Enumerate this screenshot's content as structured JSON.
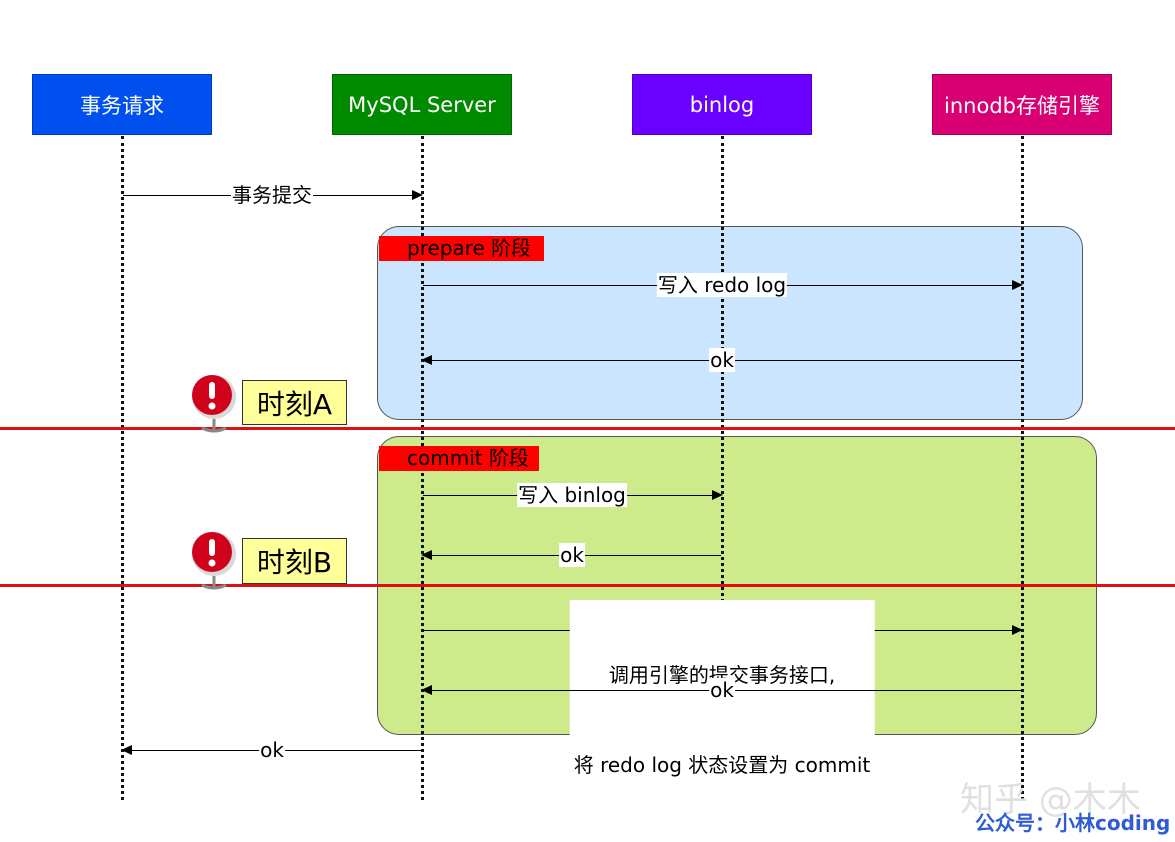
{
  "actors": [
    {
      "label": "事务请求",
      "color": "#0050ef"
    },
    {
      "label": "MySQL Server",
      "color": "#008a00"
    },
    {
      "label": "binlog",
      "color": "#6a00ff"
    },
    {
      "label": "innodb存储引擎",
      "color": "#d80073"
    }
  ],
  "phases": {
    "prepare": {
      "tag": "prepare 阶段",
      "fill": "#cce5ff"
    },
    "commit": {
      "tag": "commit 阶段",
      "fill": "#cdeb8b"
    }
  },
  "messages": {
    "m1": "事务提交",
    "m2": "写入 redo log",
    "m3": "ok",
    "m4": "写入 binlog",
    "m5": "ok",
    "m6_line1": "调用引擎的提交事务接口,",
    "m6_line2": "将 redo log 状态设置为 commit",
    "m7": "ok",
    "m8": "ok"
  },
  "moments": {
    "a": "时刻A",
    "b": "时刻B"
  },
  "icons": {
    "warning": "warning-exclamation-icon"
  },
  "footer": {
    "watermark": "知乎 @木木",
    "credit": "公众号：小林coding"
  }
}
